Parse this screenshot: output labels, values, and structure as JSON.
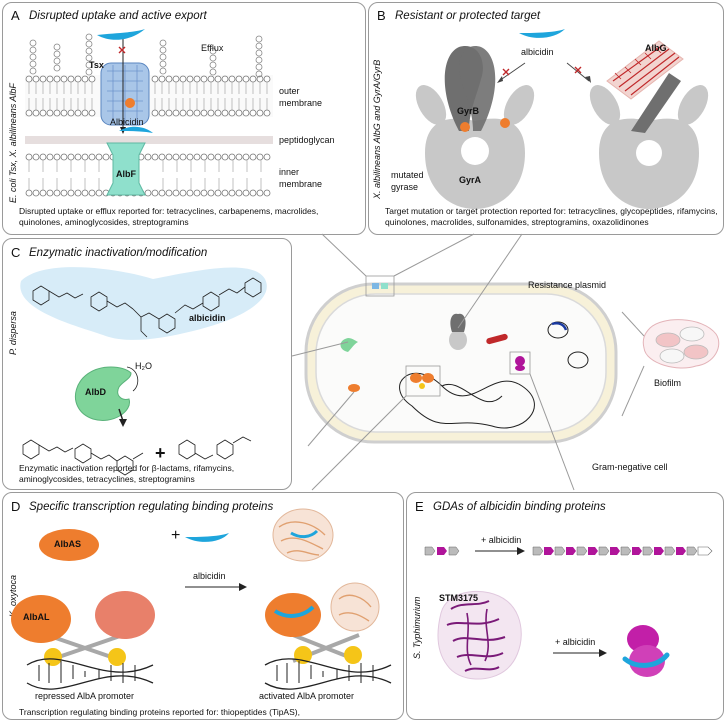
{
  "panels": {
    "a": {
      "letter": "A",
      "title": "Disrupted uptake and active export",
      "vertical_label": "E. coli Tsx, X. albilineans AlbF",
      "labels": {
        "efflux": "Efflux",
        "tsx": "Tsx",
        "outer_membrane_1": "outer",
        "outer_membrane_2": "membrane",
        "albicidin": "Albicidin",
        "peptidoglycan": "peptidoglycan",
        "albf": "AlbF",
        "inner_membrane_1": "inner",
        "inner_membrane_2": "membrane"
      },
      "caption": "Disrupted uptake or efflux reported for: tetracyclines, carbapenems, macrolides, quinolones, aminoglycosides, streptogramins"
    },
    "b": {
      "letter": "B",
      "title": "Resistant or protected target",
      "vertical_label": "X. albilineans AlbG and GyrA/GyrB",
      "labels": {
        "albicidin": "albicidin",
        "albg": "AlbG",
        "gyrb": "GyrB",
        "gyra": "GyrA",
        "mutated_1": "mutated",
        "mutated_2": "gyrase"
      },
      "caption": "Target mutation or target protection reported for: tetracyclines, glycopeptides, rifamycins, quinolones, macrolides, sulfonamides, streptogramins, oxazolidinones"
    },
    "c": {
      "letter": "C",
      "title": "Enzymatic inactivation/modification",
      "vertical_label": "P. dispersa",
      "labels": {
        "albicidin": "albicidin",
        "albd": "AlbD",
        "water": "H₂O",
        "plus": "+"
      },
      "caption": "Enzymatic inactivation reported for β-lactams, rifamycins, aminoglycosides, tetracyclines, streptogramins"
    },
    "center": {
      "resistance_plasmid": "Resistance plasmid",
      "biofilm": "Biofilm",
      "cell": "Gram-negative cell"
    },
    "d": {
      "letter": "D",
      "title": "Specific transcription regulating binding proteins",
      "vertical_label": "K. oxytoca",
      "labels": {
        "albas": "AlbAS",
        "plus": "+",
        "albicidin": "albicidin",
        "albal": "AlbAL",
        "repressed": "repressed AlbA promoter",
        "activated": "activated AlbA promoter"
      },
      "caption": "Transcription regulating binding proteins reported for: thiopeptides (TipAS),"
    },
    "e": {
      "letter": "E",
      "title": "GDAs of albicidin binding proteins",
      "vertical_label": "S. Typhimurium",
      "labels": {
        "plus_albicidin_1": "+ albicidin",
        "stm": "STM3175",
        "plus_albicidin_2": "+ albicidin"
      }
    }
  },
  "colors": {
    "albicidin": "#1ea5dc",
    "orange": "#ee7d2e",
    "magenta": "#b0149a",
    "albf_teal": "#8fe0cc",
    "albd_green": "#7fd49a",
    "gray": "#c8c8c8",
    "dark_gray": "#6f6f6f",
    "yellow": "#f5c518",
    "red": "#c0282a"
  }
}
